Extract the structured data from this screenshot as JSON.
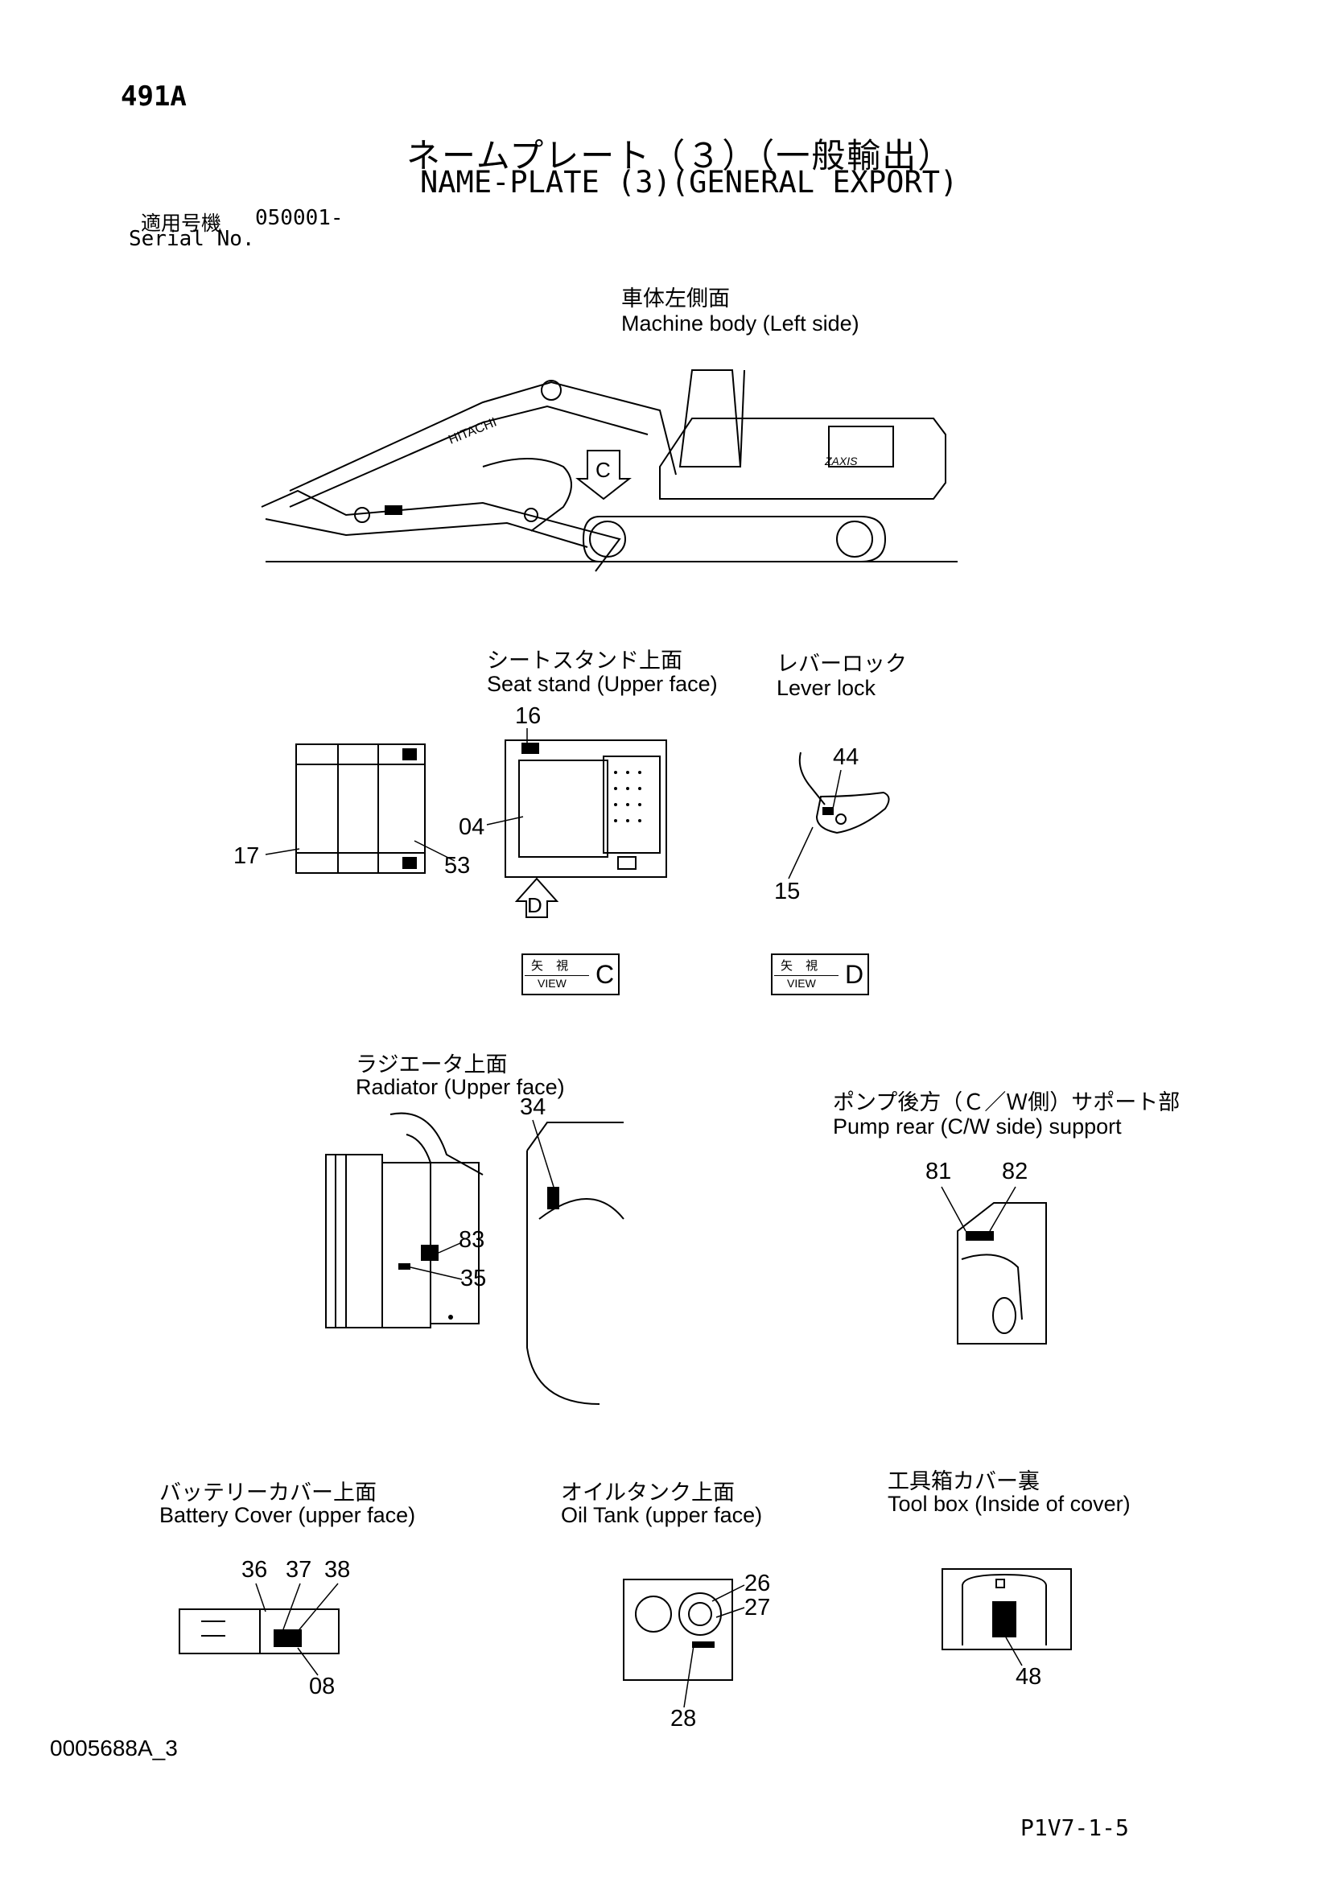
{
  "header": {
    "page_code": "491A",
    "title_jp": "ネームプレート（３）（一般輸出）",
    "title_en": "NAME-PLATE (3)(GENERAL EXPORT)",
    "serial_label_jp": "適用号機",
    "serial_value": "050001-",
    "serial_label_en": "Serial No."
  },
  "machine_body": {
    "title_jp": "車体左側面",
    "title_en": "Machine body (Left side)",
    "boom_brand": "HITACHI",
    "model_mark": "ZAXIS",
    "view_arrow": "C"
  },
  "seat_stand": {
    "title_jp": "シートスタンド上面",
    "title_en": "Seat stand (Upper face)",
    "callouts": [
      "16",
      "04",
      "17",
      "53"
    ],
    "view_arrow": "D"
  },
  "lever_lock": {
    "title_jp": "レバーロック",
    "title_en": "Lever lock",
    "callouts": [
      "44",
      "15"
    ]
  },
  "view_c": {
    "jp": "矢 視",
    "en": "VIEW",
    "letter": "C"
  },
  "view_d": {
    "jp": "矢 視",
    "en": "VIEW",
    "letter": "D"
  },
  "radiator": {
    "title_jp": "ラジエータ上面",
    "title_en": "Radiator (Upper face)",
    "callouts": [
      "34",
      "83",
      "35"
    ]
  },
  "pump_rear": {
    "title_jp": "ポンプ後方（Ｃ／Ｗ側）サポート部",
    "title_en": "Pump rear (C/W side) support",
    "callouts": [
      "81",
      "82"
    ]
  },
  "battery_cover": {
    "title_jp": "バッテリーカバー上面",
    "title_en": "Battery Cover (upper face)",
    "callouts": [
      "36",
      "37",
      "38",
      "08"
    ]
  },
  "oil_tank": {
    "title_jp": "オイルタンク上面",
    "title_en": "Oil Tank (upper face)",
    "callouts": [
      "26",
      "27",
      "28"
    ]
  },
  "tool_box": {
    "title_jp": "工具箱カバー裏",
    "title_en": "Tool box (Inside of cover)",
    "callouts": [
      "48"
    ]
  },
  "footer": {
    "doc_number": "0005688A_3",
    "page_ref": "P1V7-1-5"
  }
}
